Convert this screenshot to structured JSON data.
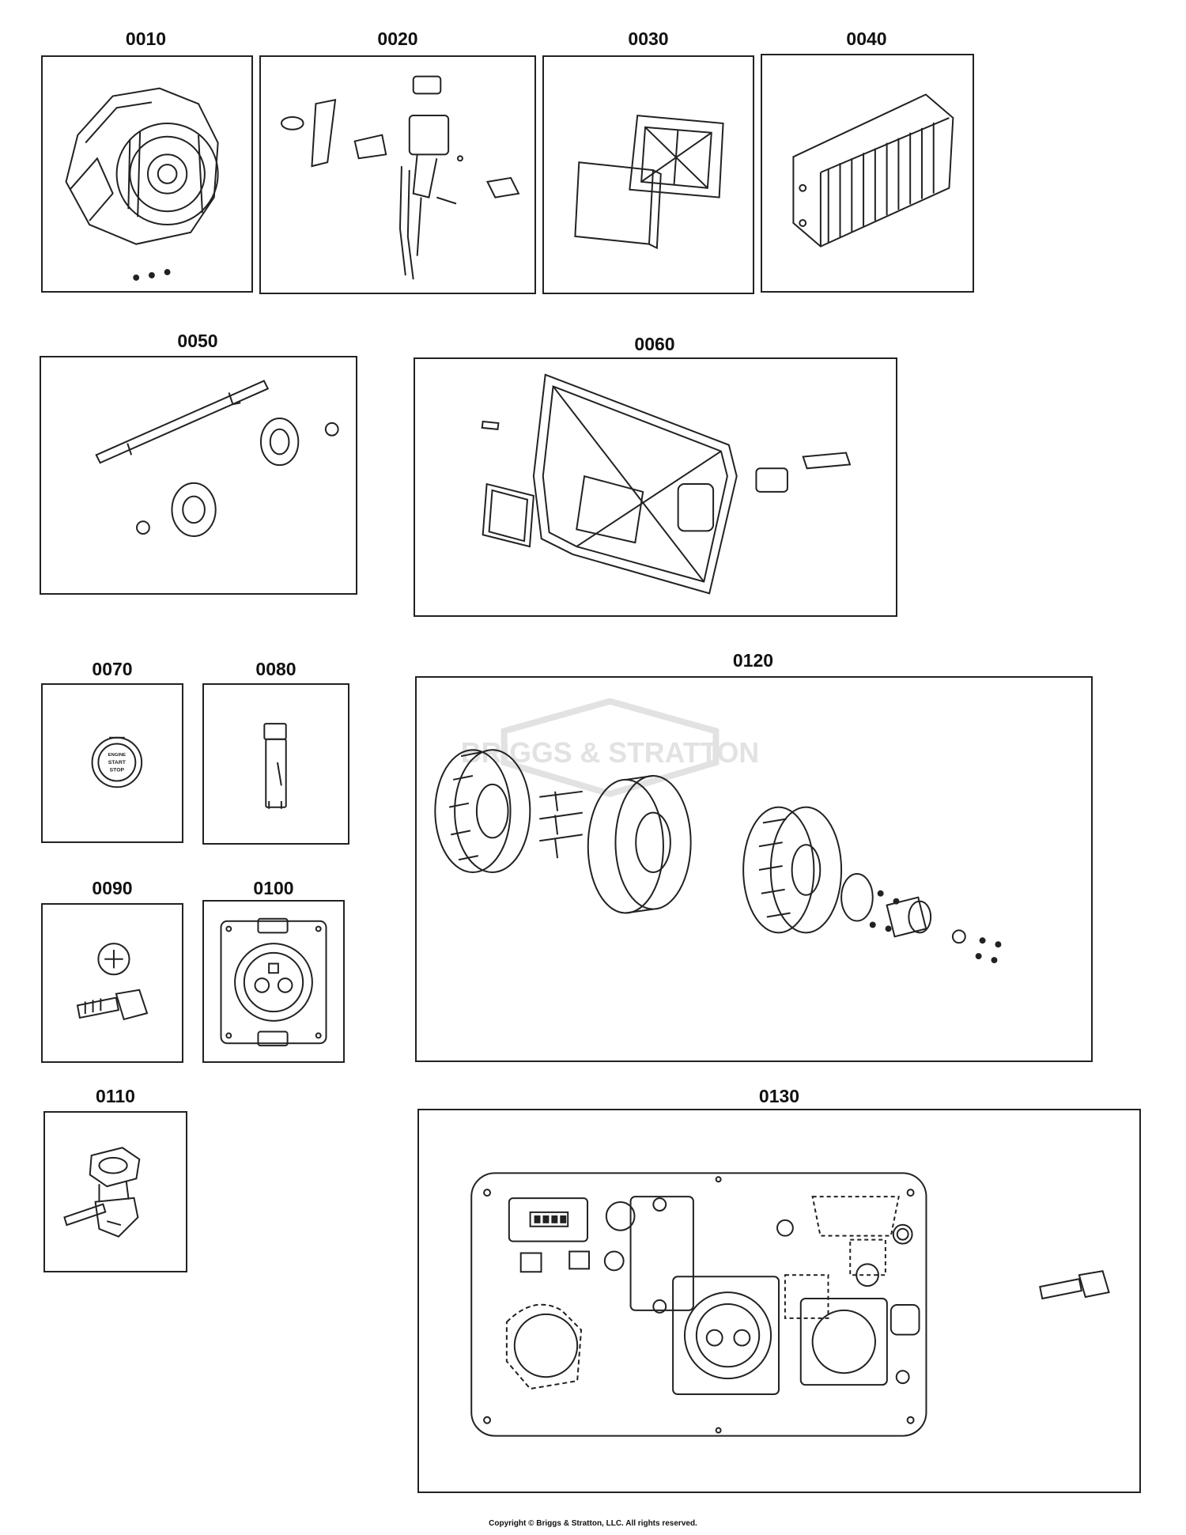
{
  "panels": [
    {
      "id": "0010"
    },
    {
      "id": "0020"
    },
    {
      "id": "0030"
    },
    {
      "id": "0040"
    },
    {
      "id": "0050"
    },
    {
      "id": "0060"
    },
    {
      "id": "0070"
    },
    {
      "id": "0080"
    },
    {
      "id": "0090"
    },
    {
      "id": "0100"
    },
    {
      "id": "0110"
    },
    {
      "id": "0120"
    },
    {
      "id": "0130"
    }
  ],
  "watermark": "BRIGGS & STRATTON",
  "switch_text": [
    "ENGINE",
    "START",
    "STOP"
  ],
  "copyright": "Copyright © Briggs & Stratton, LLC. All rights reserved.",
  "colors": {
    "line": "#222222",
    "watermark": "#e2e2e2"
  }
}
